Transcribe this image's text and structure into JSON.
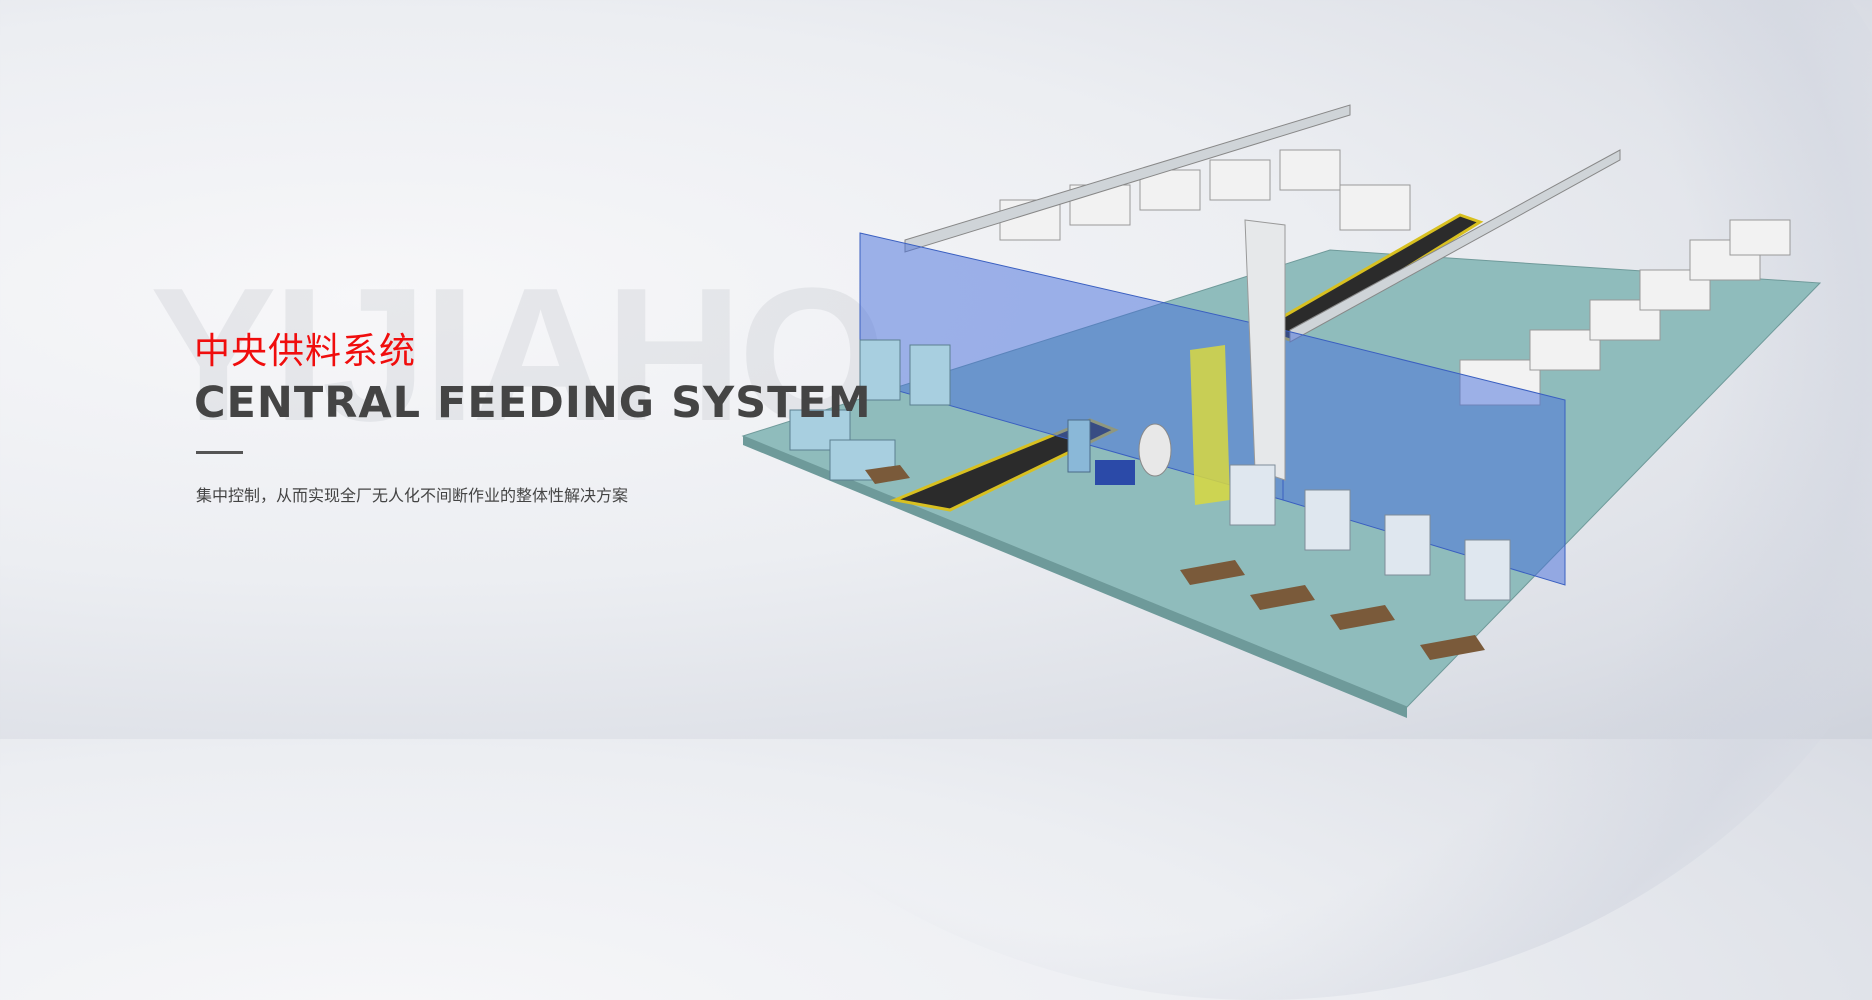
{
  "banner": {
    "watermark": "YIJIAHO",
    "title_cn": "中央供料系统",
    "title_en": "CENTRAL FEEDING SYSTEM",
    "subtitle": "集中控制，从而实现全厂无人化不间断作业的整体性解决方案"
  },
  "colors": {
    "title_cn": "#f00d0d",
    "title_en": "#444444",
    "floor": "#8fbcbc",
    "wall": "#5577dd"
  }
}
